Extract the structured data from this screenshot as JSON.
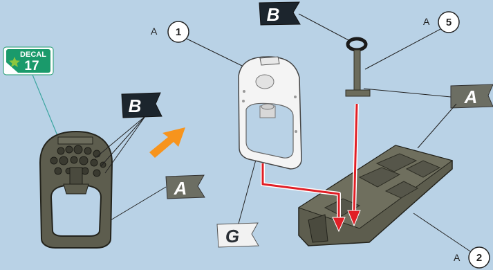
{
  "decal": {
    "label": "DECAL",
    "number": "17"
  },
  "flags": {
    "left_b": "B",
    "left_a": "A",
    "top_b": "B",
    "right_a": "A",
    "bottom_g": "G"
  },
  "callouts": {
    "part1": {
      "prefix": "A",
      "number": "1"
    },
    "part5": {
      "prefix": "A",
      "number": "5"
    },
    "part2": {
      "prefix": "A",
      "number": "2"
    }
  },
  "colors": {
    "background": "#b9d2e6",
    "part_dark": "#5d5d4e",
    "part_light": "#f4f4f4",
    "flag_black": "#1c252d",
    "flag_gray": "#6c6e63",
    "flag_white": "#f2f2f2",
    "arrow_red": "#e11f26",
    "arrow_orange": "#f7941d",
    "decal_green": "#1a9a6b"
  }
}
